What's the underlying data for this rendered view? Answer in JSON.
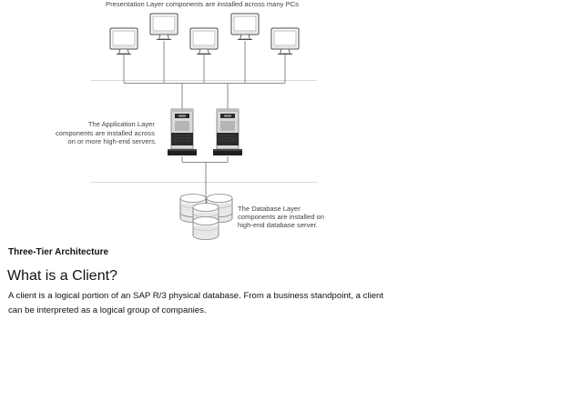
{
  "diagram": {
    "presentation_label": "Presentation Layer components are installed across many PCs",
    "application_label": [
      "The Application Layer",
      "components are installed across",
      "on or more high-end servers."
    ],
    "database_label": [
      "The Database Layer",
      "components are installed on",
      "high-end database server."
    ],
    "icons": {
      "pc": "monitor-icon",
      "server": "server-tower-icon",
      "database": "database-cylinder-icon"
    },
    "colors": {
      "line": "#8a8a8a",
      "divider": "#d8d8d8",
      "server_body": "#d9d9d9",
      "server_dark": "#2b2b2b"
    }
  },
  "caption": "Three-Tier Architecture",
  "section": {
    "heading": "What is a Client?",
    "paragraph": "A client is a logical portion of an SAP R/3 physical database. From a business standpoint, a client can be interpreted as a logical group of companies."
  }
}
